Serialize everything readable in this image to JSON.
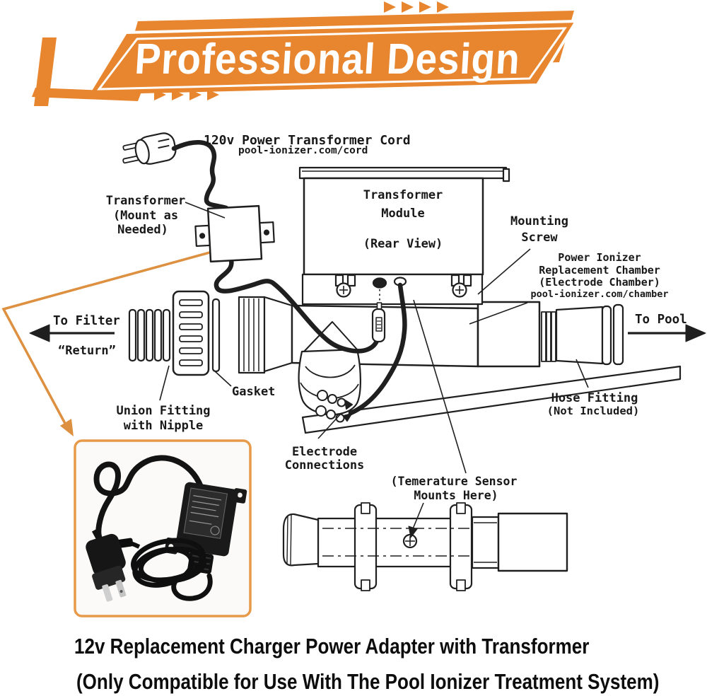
{
  "banner": {
    "title": "Professional Design"
  },
  "diagram": {
    "cord_title": "120v Power Transformer Cord",
    "cord_url": "pool-ionizer.com/cord",
    "transformer": [
      "Transformer",
      "(Mount as",
      "Needed)"
    ],
    "module": [
      "Transformer",
      "Module"
    ],
    "module_view": "(Rear View)",
    "mounting_screw": [
      "Mounting",
      "Screw"
    ],
    "chamber": [
      "Power Ionizer",
      "Replacement Chamber",
      "(Electrode Chamber)"
    ],
    "chamber_url": "pool-ionizer.com/chamber",
    "to_filter": "To Filter",
    "return_text": "“Return”",
    "to_pool": "To Pool",
    "gasket": "Gasket",
    "union": [
      "Union Fitting",
      "with Nipple"
    ],
    "electrode": [
      "Electrode",
      "Connections"
    ],
    "hose": [
      "Hose Fitting",
      "(Not Included)"
    ],
    "temp_sensor": [
      "(Temerature Sensor",
      "Mounts Here)"
    ]
  },
  "caption": {
    "line1": "12v Replacement Charger Power Adapter with Transformer",
    "line2": "(Only Compatible for Use With The Pool Ionizer Treatment System)"
  },
  "colors": {
    "banner_orange": "#e8862f",
    "leader_orange": "#dc9040",
    "ink": "#1f1f1f"
  }
}
